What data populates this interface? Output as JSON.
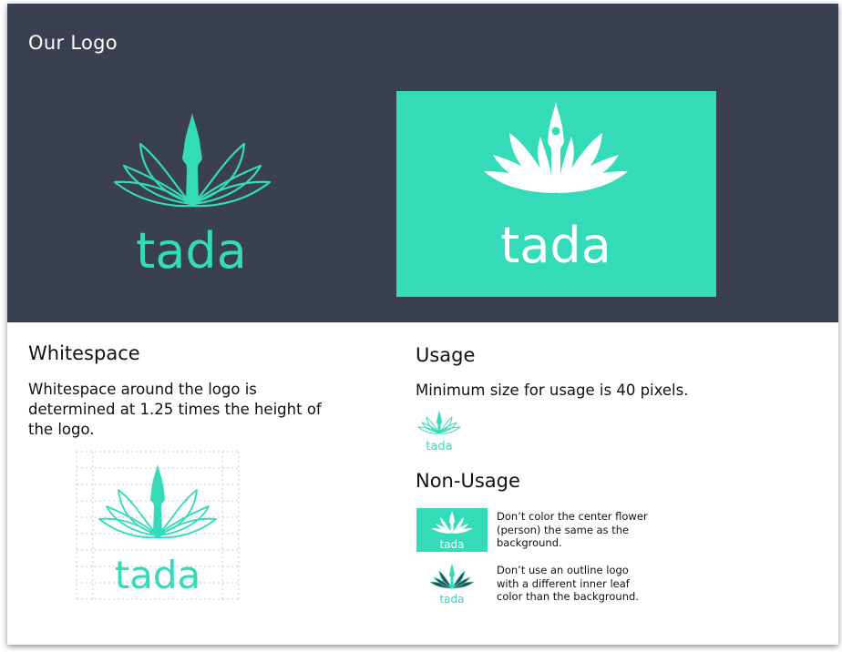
{
  "hero": {
    "title": "Our Logo"
  },
  "logo": {
    "wordmark": "tada"
  },
  "colors": {
    "teal": "#33dbb9",
    "navy": "#3a3f51",
    "white": "#ffffff",
    "dark_leaf": "#2f4a55"
  },
  "whitespace": {
    "heading": "Whitespace",
    "line1": "Whitespace around the logo is",
    "line2": "determined at 1.25 times the height of",
    "line3": "the logo."
  },
  "usage": {
    "heading": "Usage",
    "text": "Minimum size for usage is 40 pixels."
  },
  "non_usage": {
    "heading": "Non-Usage",
    "items": [
      {
        "line1": "Don’t color the center flower",
        "line2": "(person) the same as the",
        "line3": "background."
      },
      {
        "line1": "Don’t use an outline logo",
        "line2": "with a different inner leaf",
        "line3": "color than the background."
      }
    ]
  }
}
